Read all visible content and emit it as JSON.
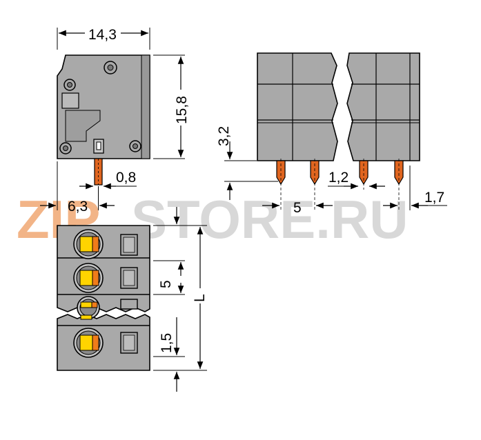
{
  "watermark": {
    "text_zip": "ZIP",
    "text_store": "STORE.RU",
    "zip_color": "#f2b487",
    "store_color": "#d8d8d8"
  },
  "colors": {
    "housing": "#a9a9a9",
    "housing_dark": "#8f8f8f",
    "outline": "#000000",
    "pin": "#e0651f",
    "button": "#ffd400",
    "button_accent": "#f07c1a"
  },
  "dimensions": {
    "width_side": "14,3",
    "height_side": "15,8",
    "pin_length": "3,2",
    "pin_width": "0,8",
    "pin_offset": "6,3",
    "pitch_front": "5",
    "pin_thickness": "1,2",
    "edge_offset": "1,7",
    "pitch_top": "5",
    "end_offset": "1,5",
    "total_length": "L"
  }
}
